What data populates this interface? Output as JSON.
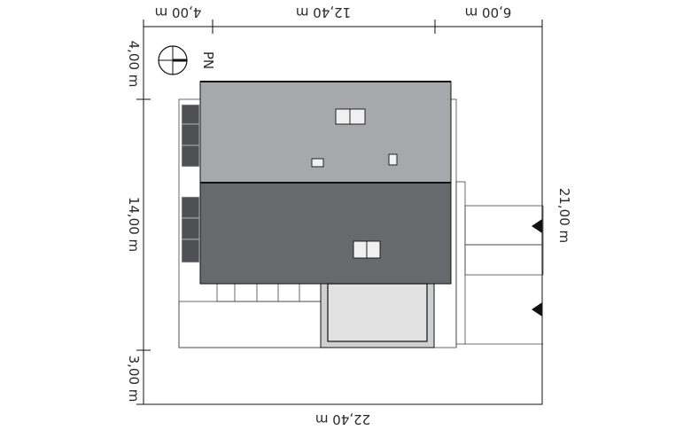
{
  "dimensions": {
    "top_left": "4,00 m",
    "top_middle": "12,40 m",
    "top_right": "6,00 m",
    "bottom_total": "22,40 m",
    "left_top": "4,00 m",
    "left_middle": "14,00 m",
    "left_bottom": "3,00 m",
    "right_total": "21,00 m"
  },
  "north_label": "PN",
  "colors": {
    "upper_roof": "#a7a8ab",
    "lower_roof": "#68696c",
    "side_panel": "#4f5054",
    "terrace": "#d9d9da",
    "line": "#111111"
  },
  "icons": {
    "north_arrow": "compass-circle-icon",
    "entrance_markers": "triangle-left-icon"
  }
}
